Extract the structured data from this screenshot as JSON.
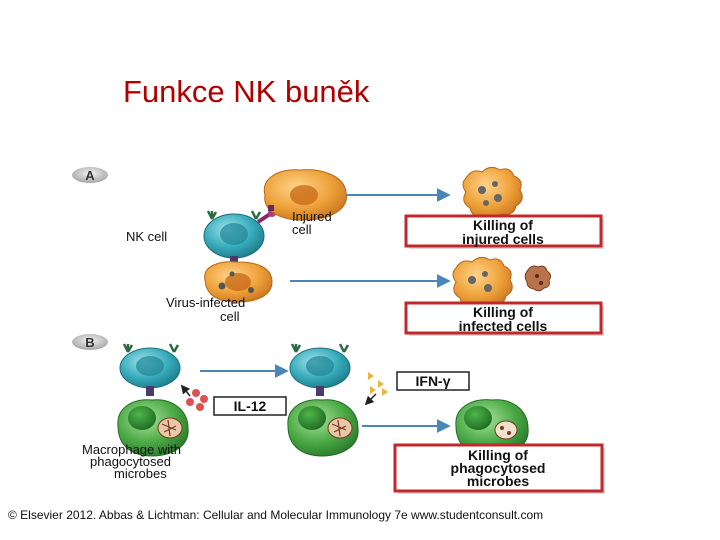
{
  "slide": {
    "title": "Funkce NK buněk",
    "caption": "© Elsevier 2012. Abbas & Lichtman: Cellular and Molecular Immunology 7e www.studentconsult.com"
  },
  "figure": {
    "panel_a": {
      "badge": "A",
      "nk_cell_label": "NK cell",
      "injured_cell_line1": "Injured",
      "injured_cell_line2": "cell",
      "virus_cell_line1": "Virus-infected",
      "virus_cell_line2": "cell",
      "result1_line1": "Killing of",
      "result1_line2": "injured cells",
      "result2_line1": "Killing of",
      "result2_line2": "infected cells"
    },
    "panel_b": {
      "badge": "B",
      "il12_label": "IL-12",
      "ifn_label": "IFN-γ",
      "macrophage_line1": "Macrophage with",
      "macrophage_line2": "phagocytosed",
      "macrophage_line3": "microbes",
      "result_line1": "Killing of",
      "result_line2": "phagocytosed",
      "result_line3": "microbes"
    },
    "colors": {
      "title": "#b00000",
      "nk_cell": "#2a9aab",
      "target_cell": "#e89a30",
      "macrophage": "#3c9a3c",
      "result_border": "#c0282c",
      "arrow": "#4a86b8"
    }
  }
}
